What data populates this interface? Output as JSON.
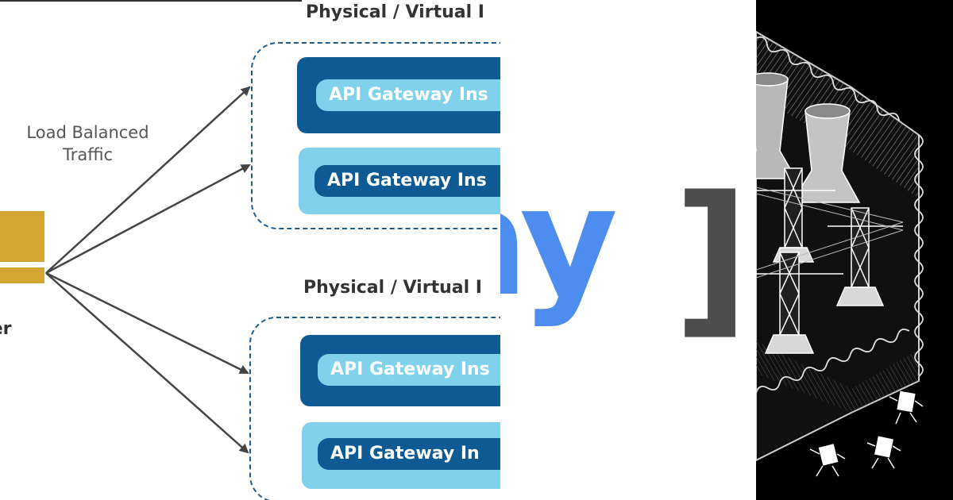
{
  "diagram": {
    "load_balancer_label": "ncer",
    "traffic_label_lines": [
      "Load Balanced",
      "Traffic"
    ],
    "groups": [
      {
        "title": "Physical / Virtual I",
        "instances": [
          "API Gateway Ins",
          "API Gateway Ins"
        ]
      },
      {
        "title": "Physical / Virtual I",
        "instances": [
          "API Gateway Ins",
          "API Gateway In"
        ]
      }
    ],
    "colors": {
      "load_balancer": "#d3a632",
      "instance_dark": "#0e5a94",
      "instance_light": "#7fd1ec",
      "group_border": "#1f5c8c",
      "arrow": "#444444"
    }
  },
  "banner": {
    "word": "ay",
    "bracket": "]",
    "colors": {
      "word": "#4e8df0",
      "bracket": "#4d4d4d"
    }
  },
  "illustration": {
    "subject": "fenced power plant with cooling towers and pylons",
    "icons": [
      "cooling-tower-icon",
      "power-pylon-icon",
      "razor-wire-icon",
      "running-document-icon"
    ],
    "colors": {
      "background": "#000000",
      "wire": "#d9d9d9"
    }
  }
}
